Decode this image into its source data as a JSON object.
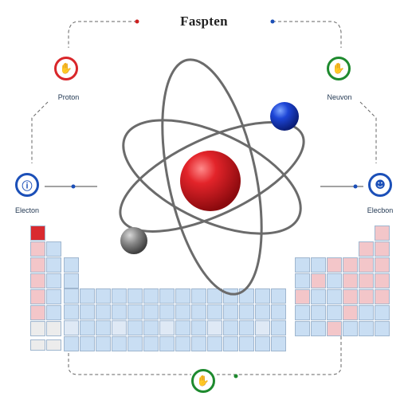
{
  "title": "Faspten",
  "labels": {
    "proton": "Proton",
    "neutron": "Neuvon",
    "electron_left": "Electon",
    "electron_right": "Elecbon"
  },
  "icons": {
    "proton": "hand-circle-icon",
    "neutron": "hand-circle-icon",
    "electron_left": "info-circle-icon",
    "electron_right": "person-circle-icon",
    "bottom": "hand-circle-icon"
  },
  "colors": {
    "proton": "#d9262a",
    "neutron": "#1e8a2e",
    "electron": "#1b4fb8",
    "nucleus": "#e01b1f",
    "orbit": "#6d6d6d",
    "table_blue": "#c9def3",
    "table_red": "#f3c6c9",
    "table_grey": "#ececec"
  }
}
